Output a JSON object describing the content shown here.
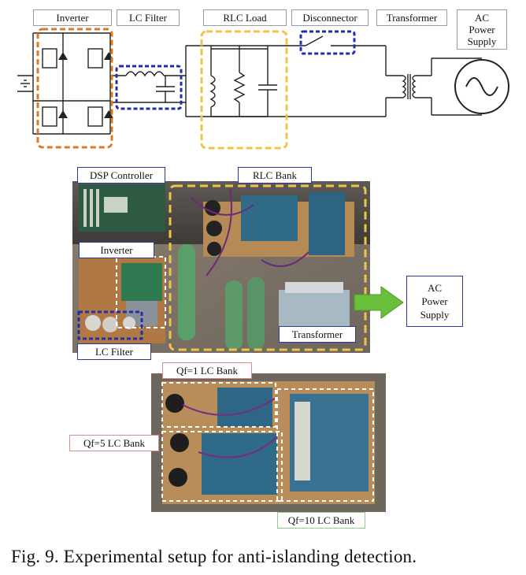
{
  "schematic": {
    "labels": {
      "inverter": "Inverter",
      "lc_filter": "LC Filter",
      "rlc_load": "RLC Load",
      "disconnector": "Disconnector",
      "transformer": "Transformer",
      "ac_supply": [
        "AC",
        "Power",
        "Supply"
      ]
    }
  },
  "photo1": {
    "labels": {
      "dsp": "DSP Controller",
      "rlc_bank": "RLC Bank",
      "inverter": "Inverter",
      "lc_filter": "LC Filter",
      "transformer": "Transformer",
      "ac_supply": [
        "AC",
        "Power",
        "Supply"
      ]
    }
  },
  "photo2": {
    "labels": {
      "qf1": "Qf=1 LC Bank",
      "qf5": "Qf=5 LC Bank",
      "qf10": "Qf=10 LC Bank"
    }
  },
  "caption": "Fig. 9. Experimental setup for anti-islanding detection.",
  "colors": {
    "orange_dash": "#e07a1f",
    "blue_dash": "#1f2fa8",
    "yellow_dash": "#f2c34a",
    "green_arrow": "#6abf3a",
    "white_dash": "#ffffff"
  }
}
